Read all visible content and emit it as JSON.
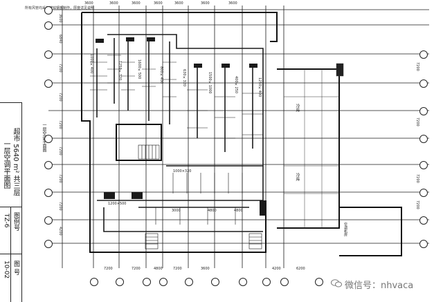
{
  "page": {
    "background": "#ffffff",
    "line_color": "#1a1a1a"
  },
  "corner_note": "所有风管均采用镀锌钢板制作，厚度详见说明",
  "plan_label": "一层空调平面图",
  "title_block": {
    "main_title": "超市 5640 m² 共三层",
    "subtitle": "一层空调平面图",
    "drawing_no_label": "图例号",
    "drawing_no_value": "TZ-6",
    "sheet_label": "图 号",
    "sheet_value": "10-02"
  },
  "dims_top": [
    "3600",
    "3600",
    "3600",
    "3600",
    "3600",
    "3600",
    "3600"
  ],
  "dims_bottom": [
    "7200",
    "7200",
    "4800",
    "7200",
    "3600",
    "4200",
    "6200"
  ],
  "dims_left": [
    "3600",
    "6840",
    "7200",
    "7200",
    "7200",
    "7200",
    "7200",
    "7200",
    "4200"
  ],
  "dims_right": [
    "7200",
    "7200",
    "7200",
    "7200"
  ],
  "duct_labels": [
    "1000×400",
    "1250×320",
    "1600×500",
    "800×400",
    "630×320",
    "1500×1000",
    "400×250",
    "1250×400",
    "1000×320",
    "4800",
    "4800",
    "3000",
    "1200×500"
  ],
  "room_labels": [
    "冷库",
    "冷库",
    "空调机房"
  ],
  "watermark": "微信号：nhvaca",
  "watermark_icon": "wechat-icon"
}
